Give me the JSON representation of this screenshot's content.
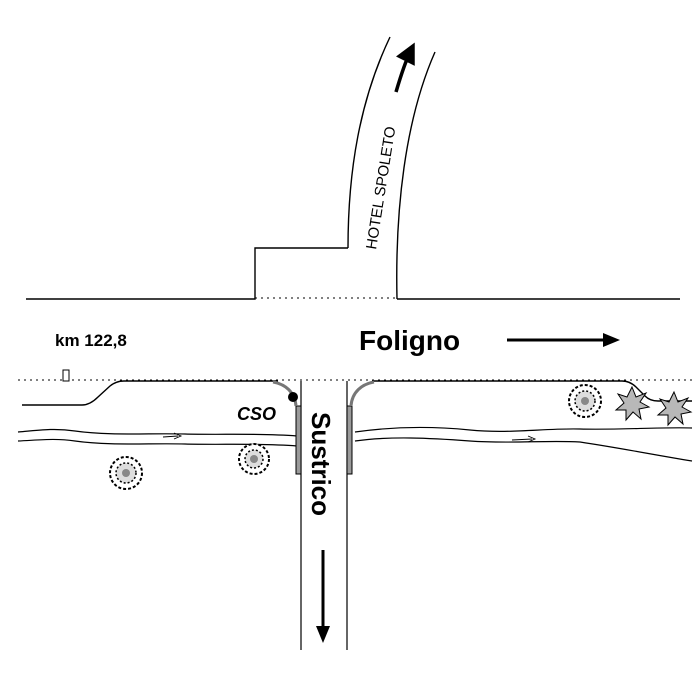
{
  "labels": {
    "km": "km 122,8",
    "destination": "Foligno",
    "river": "Sustrico",
    "cso": "CSO",
    "side_road": "HOTEL SPOLETO"
  },
  "icons": {
    "direction": "arrow-icon",
    "tree": "tree-icon",
    "shrub": "shrub-icon",
    "flow": "flow-arrow-icon",
    "marker": "km-marker-icon"
  },
  "colors": {
    "ink": "#000000",
    "grey_structure": "#777777",
    "culvert_wall": "#9a9a9a"
  }
}
